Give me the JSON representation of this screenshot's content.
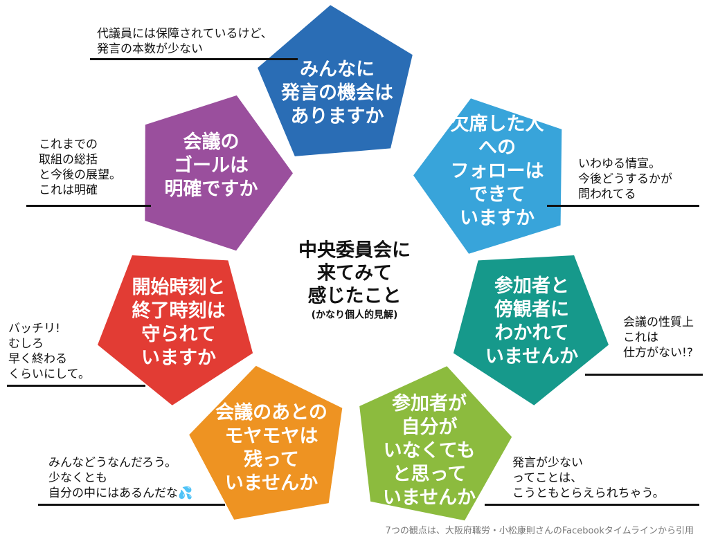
{
  "center": {
    "title": "中央委員会に\n来てみて\n感じたこと",
    "subtitle": "(かなり個人的見解)"
  },
  "pentagons": [
    {
      "text": "みんなに\n発言の機会は\nありますか",
      "color": "#2a6db5"
    },
    {
      "text": "欠席した人\nへの\nフォローは\nできて\nいますか",
      "color": "#38a4da"
    },
    {
      "text": "参加者と\n傍観者に\nわかれて\nいませんか",
      "color": "#16998b"
    },
    {
      "text": "参加者が\n自分が\nいなくても\nと思って\nいませんか",
      "color": "#8cbb3e"
    },
    {
      "text": "会議のあとの\nモヤモヤは\n残って\nいませんか",
      "color": "#ee9322"
    },
    {
      "text": "開始時刻と\n終了時刻は\n守られて\nいますか",
      "color": "#e23c34"
    },
    {
      "text": "会議の\nゴールは\n明確ですか",
      "color": "#9a4f9d"
    }
  ],
  "notes": [
    "代議員には保障されているけど、\n発言の本数が少ない",
    "いわゆる情宣。\n今後どうするかが\n問われてる",
    "会議の性質上\nこれは\n仕方がない!?",
    "発言が少ない\nってことは、\nこうともとらえられちゃう。",
    "みんなどうなんだろう。\n少なくとも\n自分の中にはあるんだな💦",
    "バッチリ!\nむしろ\n早く終わる\nくらいにして。",
    "これまでの\n取組の総括\nと今後の展望。\nこれは明確"
  ],
  "footer": "7つの観点は、大阪府職労・小松康則さんのFacebookタイムラインから引用"
}
